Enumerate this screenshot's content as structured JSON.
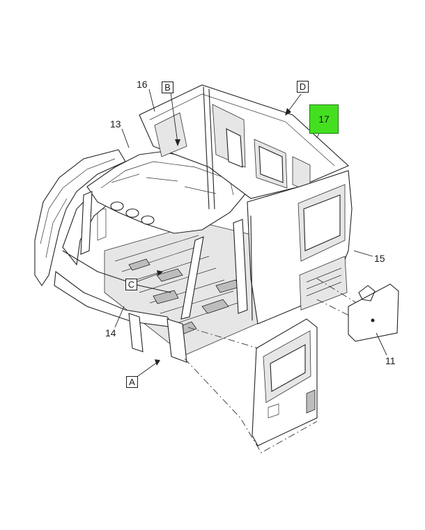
{
  "callouts": {
    "c16": "16",
    "c13": "13",
    "c14": "14",
    "c15": "15",
    "c11": "11",
    "c17": "17"
  },
  "view_labels": {
    "a": "A",
    "b": "B",
    "c": "C",
    "d": "D"
  },
  "colors": {
    "highlight": "#44e020",
    "line": "#222222",
    "background": "#ffffff"
  }
}
